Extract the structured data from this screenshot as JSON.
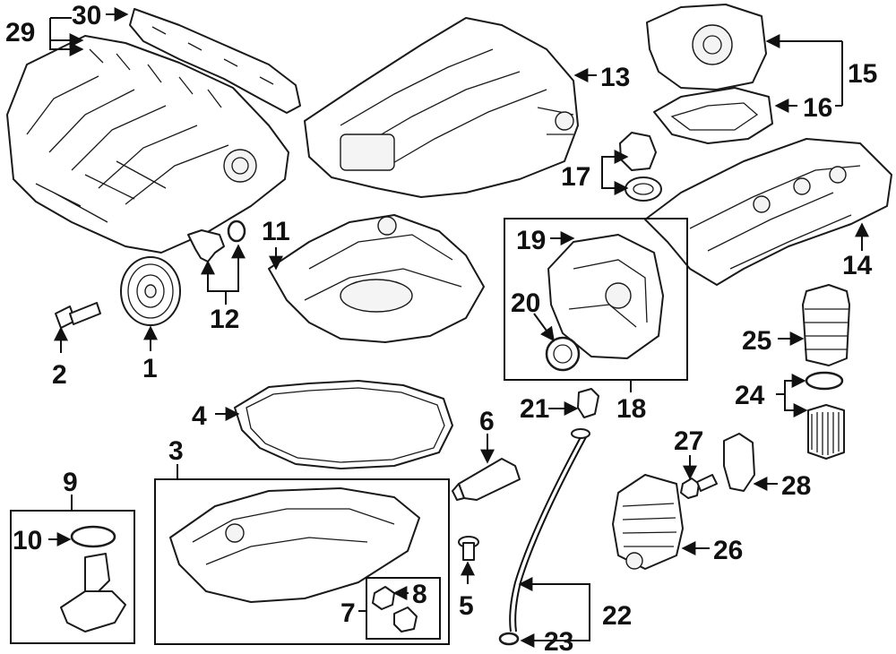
{
  "diagram": {
    "labels": {
      "l1": "1",
      "l2": "2",
      "l3": "3",
      "l4": "4",
      "l5": "5",
      "l6": "6",
      "l7": "7",
      "l8": "8",
      "l9": "9",
      "l10": "10",
      "l11": "11",
      "l12": "12",
      "l13": "13",
      "l14": "14",
      "l15": "15",
      "l16": "16",
      "l17": "17",
      "l18": "18",
      "l19": "19",
      "l20": "20",
      "l21": "21",
      "l22": "22",
      "l23": "23",
      "l24": "24",
      "l25": "25",
      "l26": "26",
      "l27": "27",
      "l28": "28",
      "l29": "29",
      "l30": "30"
    }
  }
}
